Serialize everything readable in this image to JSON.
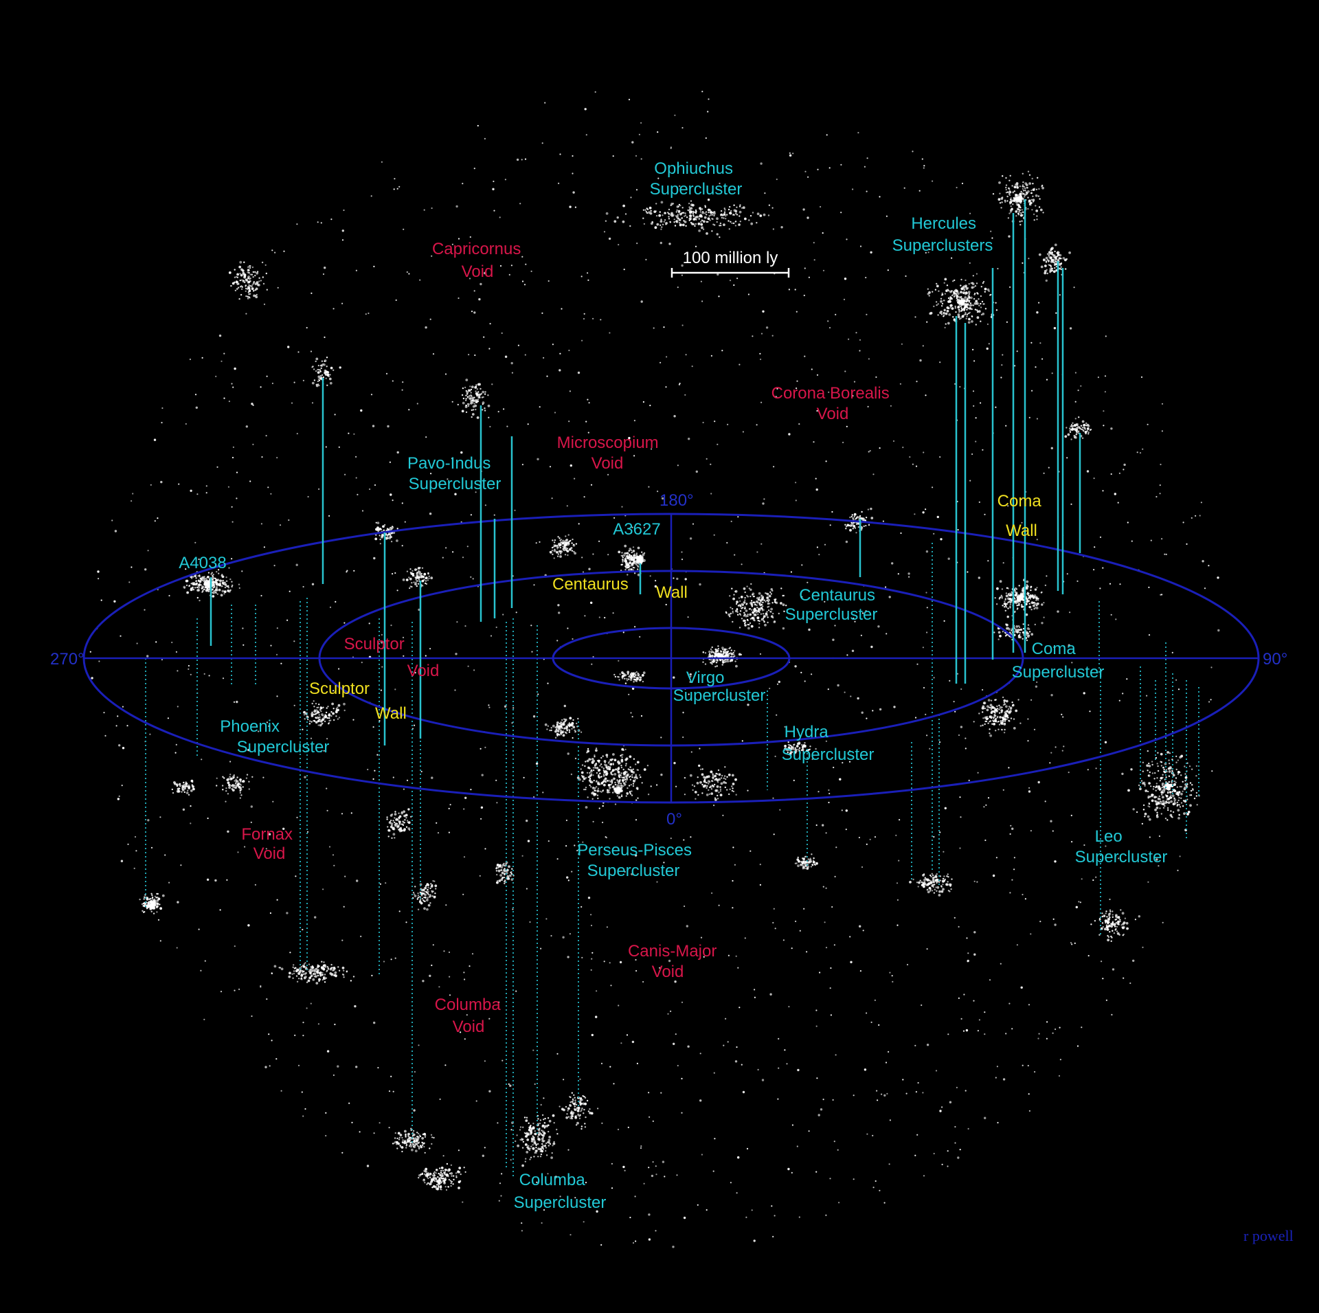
{
  "scale": {
    "label": "100 million ly"
  },
  "azimuth": {
    "top": "180°",
    "right": "90°",
    "bottom": "0°",
    "left": "270°"
  },
  "credit": "r powell",
  "colors": {
    "background": "#000000",
    "supercluster": "#22c9d6",
    "void": "#d8164a",
    "wall": "#f0e020",
    "grid": "#1a1fb8",
    "galaxy": "#ffffff"
  },
  "superclusters": {
    "ophiuchus": {
      "line1": "Ophiuchus",
      "line2": "Supercluster"
    },
    "hercules": {
      "line1": "Hercules",
      "line2": "Superclusters"
    },
    "pavo_indus": {
      "line1": "Pavo-Indus",
      "line2": "Supercluster"
    },
    "centaurus": {
      "line1": "Centaurus",
      "line2": "Supercluster"
    },
    "virgo": {
      "line1": "Virgo",
      "line2": "Supercluster"
    },
    "hydra": {
      "line1": "Hydra",
      "line2": "Supercluster"
    },
    "coma": {
      "line1": "Coma",
      "line2": "Supercluster"
    },
    "phoenix": {
      "line1": "Phoenix",
      "line2": "Supercluster"
    },
    "perseus_pisces": {
      "line1": "Perseus-Pisces",
      "line2": "Supercluster"
    },
    "leo": {
      "line1": "Leo",
      "line2": "Supercluster"
    },
    "columba": {
      "line1": "Columba",
      "line2": "Supercluster"
    }
  },
  "clusters": {
    "a3627": "A3627",
    "a4038": "A4038"
  },
  "voids": {
    "capricornus": {
      "line1": "Capricornus",
      "line2": "Void"
    },
    "corona_borealis": {
      "line1": "Corona Borealis",
      "line2": "Void"
    },
    "microscopium": {
      "line1": "Microscopium",
      "line2": "Void"
    },
    "sculptor": {
      "line1": "Sculptor",
      "line2": "Void"
    },
    "fornax": {
      "line1": "Fornax",
      "line2": "Void"
    },
    "canis_major": {
      "line1": "Canis-Major",
      "line2": "Void"
    },
    "columba": {
      "line1": "Columba",
      "line2": "Void"
    }
  },
  "walls": {
    "coma": {
      "line1": "Coma",
      "line2": "Wall"
    },
    "centaurus": {
      "line1": "Centaurus",
      "line2": "Wall"
    },
    "sculptor": {
      "line1": "Sculptor",
      "line2": "Wall"
    }
  }
}
